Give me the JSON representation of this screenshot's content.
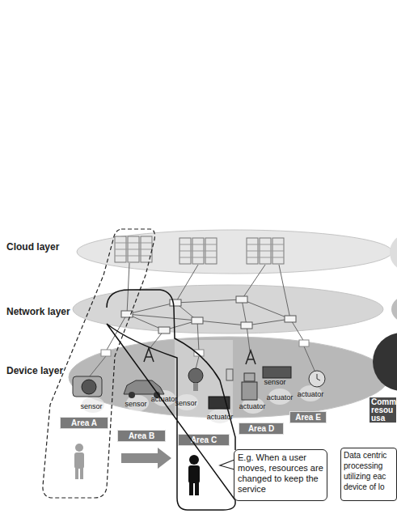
{
  "diagram": {
    "nodes": [
      {
        "text": [
          "Cloud layer"
        ]
      },
      {
        "text": [
          "Network layer"
        ]
      },
      {
        "text": [
          "Device layer"
        ]
      },
      {
        "text": [
          "Area A"
        ]
      },
      {
        "text": [
          "Area B"
        ]
      },
      {
        "text": [
          "Area C"
        ]
      },
      {
        "text": [
          "Area D"
        ]
      },
      {
        "text": [
          "Area E"
        ]
      },
      {
        "text": [
          "E.g. When a user moves, resources are changed to keep the service"
        ]
      },
      {
        "text": [
          "Comm resou usa"
        ]
      },
      {
        "text": [
          "Data centric processing utilizing eac device of lo"
        ]
      }
    ],
    "labels": [
      "sensor",
      "sensor",
      "actuator",
      "sensor",
      "actuator",
      "sensor",
      "actuator",
      "actuator",
      "actuator"
    ]
  }
}
